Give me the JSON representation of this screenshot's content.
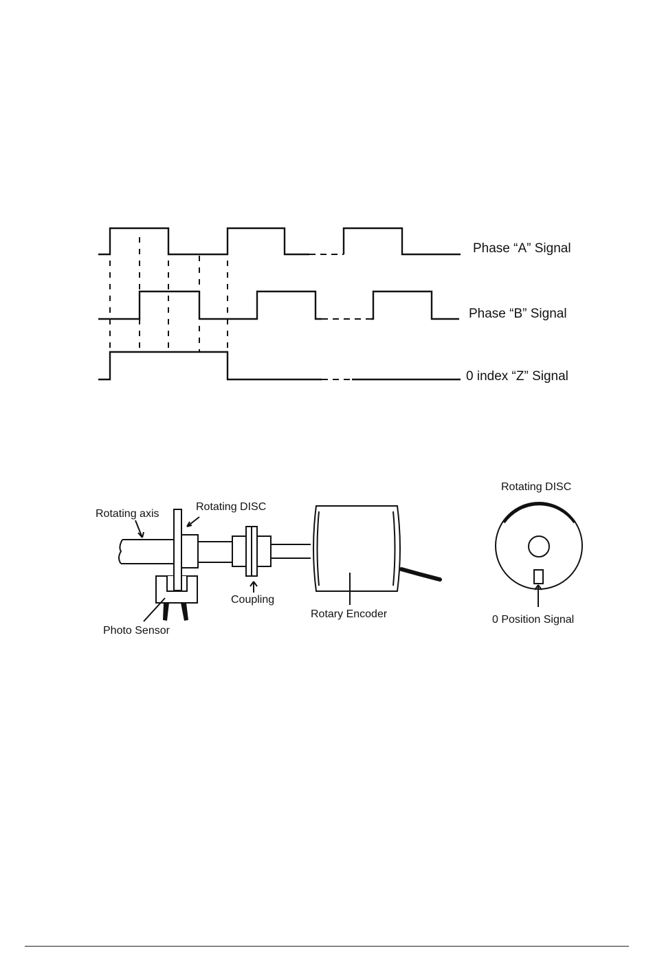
{
  "timing_diagram": {
    "phase_a_label": "Phase “A” Signal",
    "phase_b_label": "Phase “B” Signal",
    "index_z_label": "0 index “Z” Signal"
  },
  "encoder_assembly": {
    "rotating_axis_label": "Rotating axis",
    "rotating_disc_label": "Rotating DISC",
    "coupling_label": "Coupling",
    "photo_sensor_label": "Photo Sensor",
    "rotary_encoder_label": "Rotary Encoder"
  },
  "disc_detail": {
    "title": "Rotating DISC",
    "zero_position_label": "0 Position Signal"
  }
}
